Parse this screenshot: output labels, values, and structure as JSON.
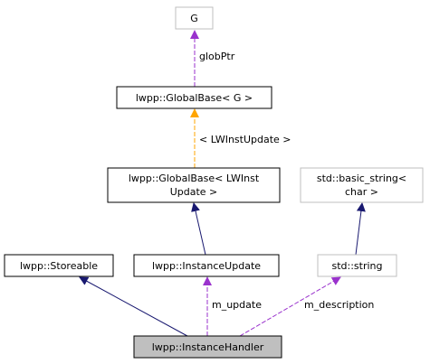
{
  "nodes": {
    "g": {
      "label": "G"
    },
    "global_base_g": {
      "label": "lwpp::GlobalBase< G >"
    },
    "global_base_lwinst": {
      "line1": "lwpp::GlobalBase< LWInst",
      "line2": "Update >"
    },
    "basic_string": {
      "line1": "std::basic_string<",
      "line2": "char >"
    },
    "storeable": {
      "label": "lwpp::Storeable"
    },
    "instance_update": {
      "label": "lwpp::InstanceUpdate"
    },
    "string": {
      "label": "std::string"
    },
    "instance_handler": {
      "label": "lwpp::InstanceHandler"
    }
  },
  "edges": {
    "globptr": {
      "label": "globPtr"
    },
    "template_arg": {
      "label": "< LWInstUpdate >"
    },
    "m_update": {
      "label": "m_update"
    },
    "m_description": {
      "label": "m_description"
    }
  },
  "colors": {
    "inheritance": "#191970",
    "usage": "#9a32cd",
    "template": "#ffa500",
    "node_border": "#000000",
    "external_border": "#bfbfbf",
    "highlight_fill": "#bfbfbf"
  }
}
